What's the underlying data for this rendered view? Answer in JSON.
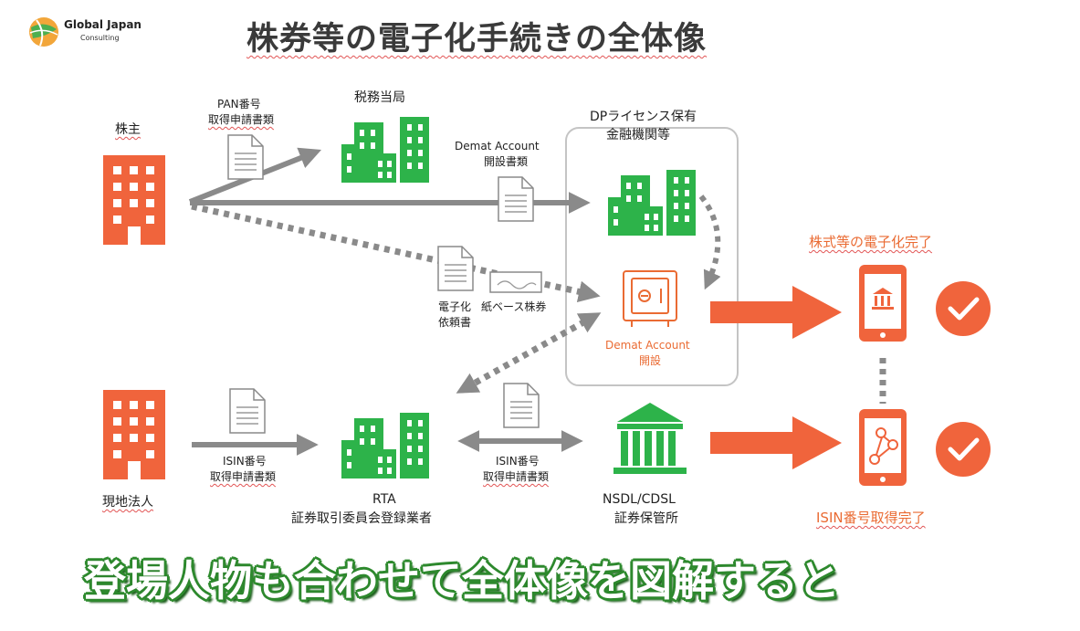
{
  "logo": {
    "name": "Global Japan",
    "sub": "Consulting"
  },
  "title": "株券等の電子化手続きの全体像",
  "actors": {
    "shareholder": "株主",
    "tax_office": "税務当局",
    "dp_institution": [
      "DPライセンス保有",
      "金融機関等"
    ],
    "local_corp": "現地法人",
    "rta": [
      "RTA",
      "証券取引委員会登録業者"
    ],
    "nsdl": [
      "NSDL/CDSL",
      "証券保管所"
    ]
  },
  "documents": {
    "pan": [
      "PAN番号",
      "取得申請書類"
    ],
    "demat_open": [
      "Demat Account",
      "開設書類"
    ],
    "request": [
      "電子化",
      "依頼書"
    ],
    "paper_share": "紙ベース株券",
    "isin_left": [
      "ISIN番号",
      "取得申請書類"
    ],
    "isin_mid": [
      "ISIN番号",
      "取得申請書類"
    ]
  },
  "safe_label": [
    "Demat Account",
    "開設"
  ],
  "results": {
    "dematerialized": "株式等の電子化完了",
    "isin_obtained": "ISIN番号取得完了"
  },
  "banner": "登場人物も合わせて全体像を図解すると",
  "colors": {
    "green": "#2db34a",
    "orange": "#f0643c",
    "arrow_gray": "#8a8a8a",
    "banner_green": "#2f8d2f"
  }
}
